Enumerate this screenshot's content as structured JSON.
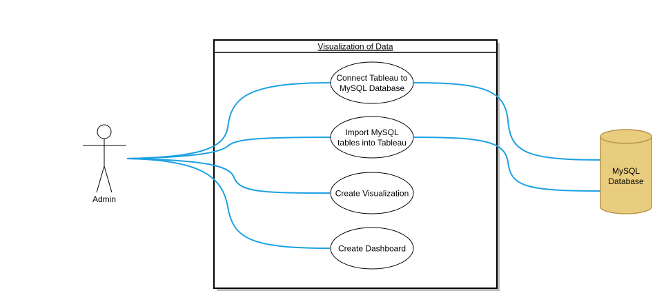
{
  "system": {
    "title": "Visualization of Data"
  },
  "actor": {
    "label": "Admin"
  },
  "use_cases": [
    {
      "line1": "Connect Tableau to",
      "line2": "MySQL Database"
    },
    {
      "line1": "Import MySQL",
      "line2": "tables into Tableau"
    },
    {
      "line1": "Create Visualization",
      "line2": ""
    },
    {
      "line1": "Create Dashboard",
      "line2": ""
    }
  ],
  "database": {
    "line1": "MySQL",
    "line2": "Database"
  },
  "colors": {
    "connector": "#1BA1E2",
    "database_fill": "#E9CD7E",
    "database_stroke": "#B6944A",
    "box_shadow": "#BDBDBD"
  }
}
